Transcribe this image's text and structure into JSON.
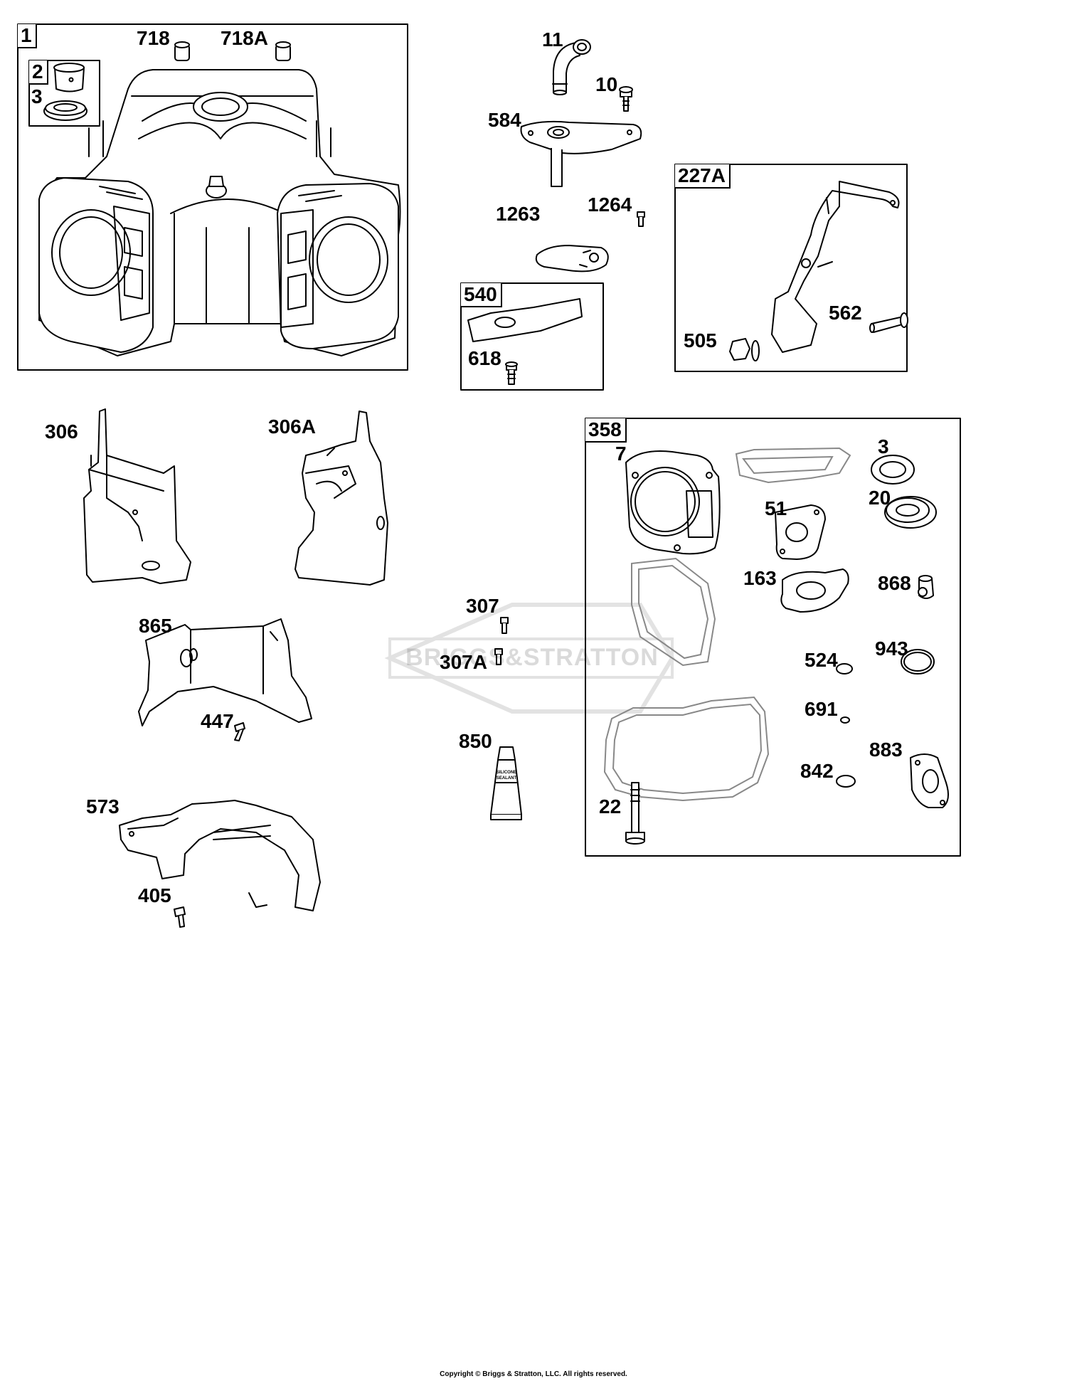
{
  "watermark": "BRIGGS&STRATTON",
  "copyright": "Copyright © Briggs & Stratton, LLC. All rights reserved.",
  "groups": {
    "g1": "1",
    "g2": "2",
    "g227A": "227A",
    "g540": "540",
    "g358": "358"
  },
  "labels": {
    "p718": "718",
    "p718A": "718A",
    "p3a": "3",
    "p11": "11",
    "p10": "10",
    "p584": "584",
    "p1263": "1263",
    "p1264": "1264",
    "p618": "618",
    "p505": "505",
    "p562": "562",
    "p306": "306",
    "p306A": "306A",
    "p865": "865",
    "p447": "447",
    "p573": "573",
    "p405": "405",
    "p307": "307",
    "p307A": "307A",
    "p850": "850",
    "p7": "7",
    "p3b": "3",
    "p20": "20",
    "p51": "51",
    "p163": "163",
    "p868": "868",
    "p524": "524",
    "p943": "943",
    "p691": "691",
    "p842": "842",
    "p883": "883",
    "p22": "22"
  },
  "sealant_text": [
    "SILICONE",
    "SEALANT"
  ]
}
